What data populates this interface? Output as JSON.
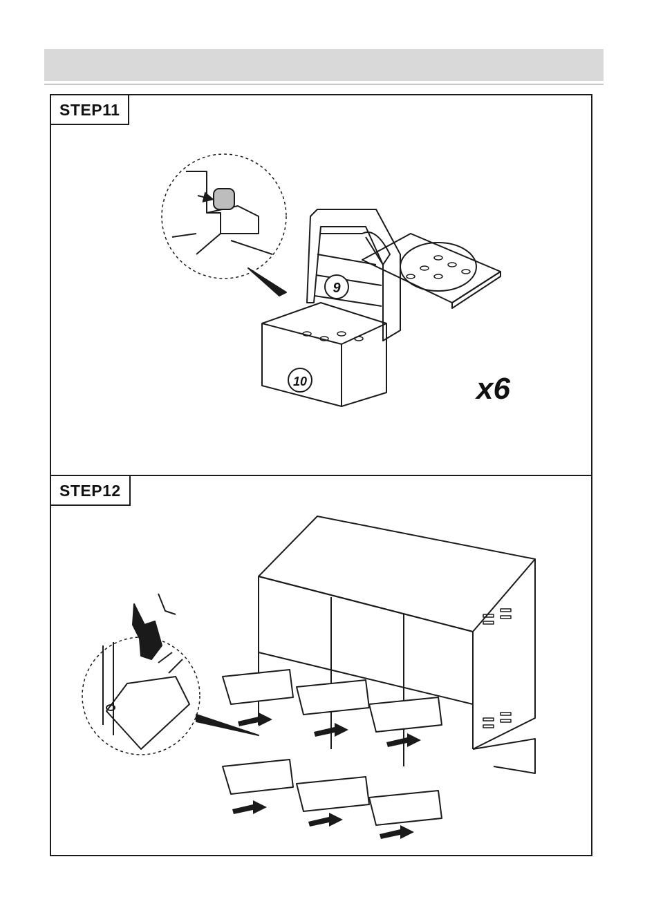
{
  "steps": [
    {
      "label": "STEP11",
      "parts": [
        "9",
        "10"
      ],
      "quantity": "x6"
    },
    {
      "label": "STEP12"
    }
  ]
}
